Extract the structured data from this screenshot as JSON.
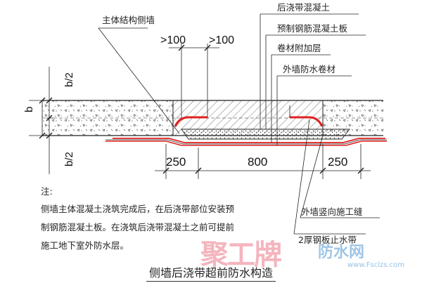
{
  "labels": {
    "main_wall": "主体结构侧墙",
    "post_pour": "后浇带混凝土",
    "precast_slab": "预制钢筋混凝土板",
    "membrane_extra": "卷材附加层",
    "ext_waterproof": "外墙防水卷材",
    "vertical_joint": "外墙竖向施工缝",
    "steel_stop": "2厚钢板止水带"
  },
  "dims": {
    "left_100": ">100",
    "right_100": ">100",
    "b": "b",
    "b2_top": "b/2",
    "b2_bottom": "b/2",
    "d250_left": "250",
    "d800": "800",
    "d250_right": "250"
  },
  "notes": {
    "title": "注:",
    "line1": "侧墙主体混凝土浇筑完成后，在后浇带部位安装预",
    "line2": "制钢筋混凝土板。在浇筑后浇带混凝土之前可提前",
    "line3": "施工地下室外防水层。"
  },
  "caption": "侧墙后浇带超前防水构造",
  "watermark": {
    "left": "聚工牌",
    "right": "防水网",
    "url": "www.Fsclzs.com"
  },
  "colors": {
    "red": "#e02020",
    "line": "#222222"
  }
}
